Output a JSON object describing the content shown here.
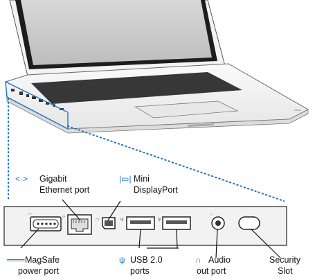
{
  "labels": {
    "gigabit": [
      "Gigabit",
      "Ethernet port"
    ],
    "mini": [
      "Mini",
      "DisplayPort"
    ],
    "magsafe": [
      "MagSafe",
      "power port"
    ],
    "usb": [
      "USB 2.0",
      "ports"
    ],
    "audio": [
      "Audio",
      "out port"
    ],
    "security": [
      "Security",
      "Slot"
    ]
  },
  "icons": {
    "ethernet": "ethernet-icon",
    "display": "mini-displayport-icon",
    "magsafe": "magsafe-icon",
    "usb": "usb-icon",
    "audio": "headphones-icon"
  },
  "colors": {
    "accent": "#1a73c8",
    "line": "#222222",
    "body": "#f2f2f2"
  }
}
